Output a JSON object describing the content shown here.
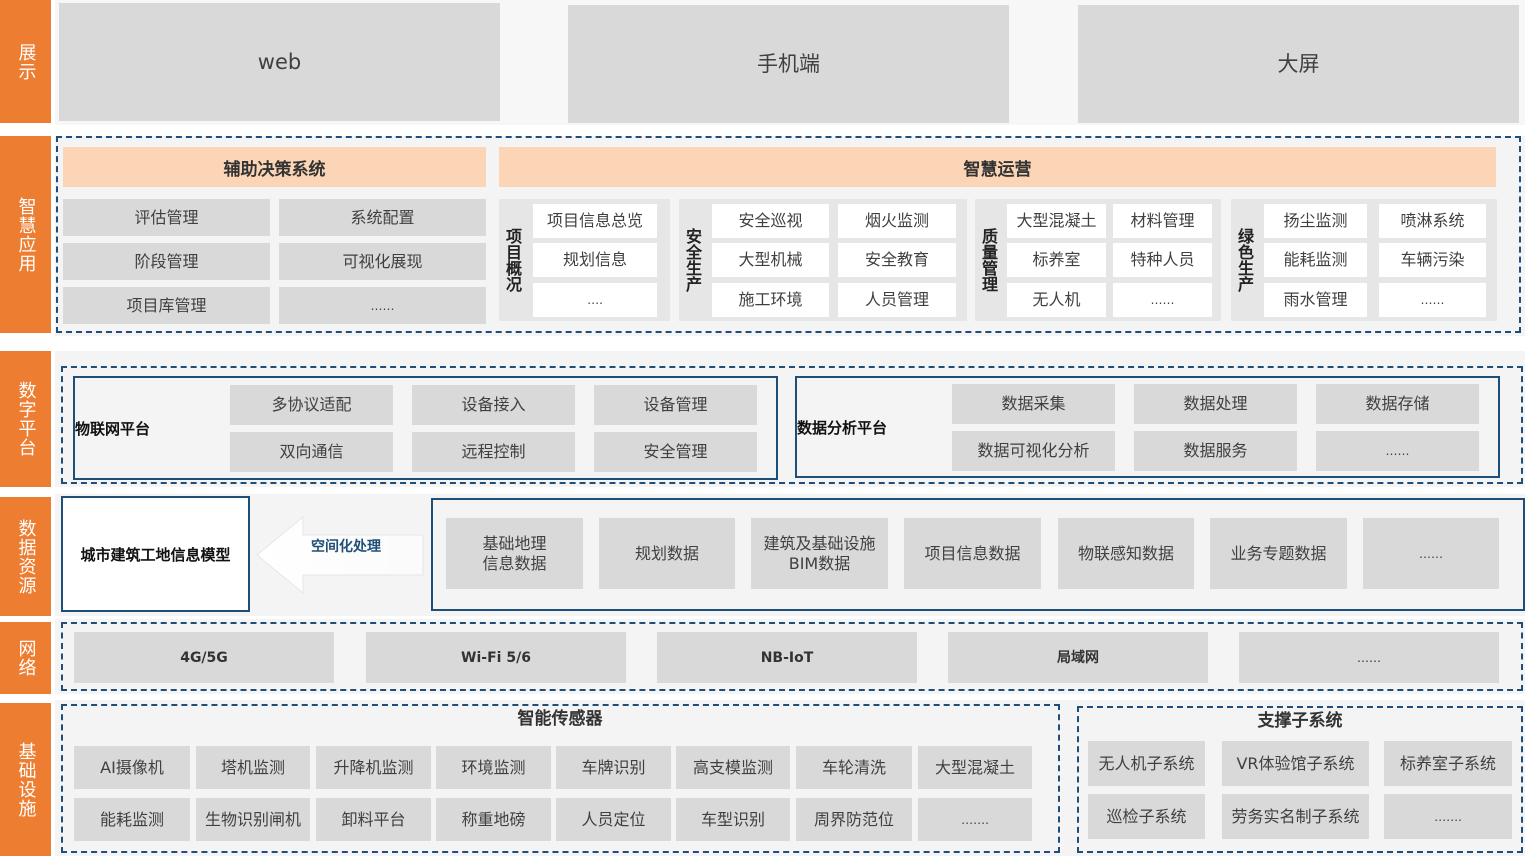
{
  "layers": {
    "display": "展示",
    "smart_app": "智慧应用",
    "digital_platform": "数字平台",
    "data_resources": "数据资源",
    "network": "网络",
    "infrastructure": "基础设施"
  },
  "display": {
    "items": [
      "web",
      "手机端",
      "大屏"
    ]
  },
  "smart_app": {
    "decision": {
      "title": "辅助决策系统",
      "items": [
        "评估管理",
        "系统配置",
        "阶段管理",
        "可视化展现",
        "项目库管理",
        "……"
      ]
    },
    "operations": {
      "title": "智慧运营",
      "groups": [
        {
          "label": "项目概况",
          "items": [
            "项目信息总览",
            "规划信息",
            "…."
          ]
        },
        {
          "label": "安全生产",
          "items": [
            "安全巡视",
            "烟火监测",
            "大型机械",
            "安全教育",
            "施工环境",
            "人员管理"
          ]
        },
        {
          "label": "质量管理",
          "items": [
            "大型混凝土",
            "材料管理",
            "标养室",
            "特种人员",
            "无人机",
            "……"
          ]
        },
        {
          "label": "绿色生产",
          "items": [
            "扬尘监测",
            "喷淋系统",
            "能耗监测",
            "车辆污染",
            "雨水管理",
            "……"
          ]
        }
      ]
    }
  },
  "digital_platform": {
    "iot": {
      "title": "物联网平台",
      "items": [
        "多协议适配",
        "设备接入",
        "设备管理",
        "双向通信",
        "远程控制",
        "安全管理"
      ]
    },
    "analytics": {
      "title": "数据分析平台",
      "items": [
        "数据采集",
        "数据处理",
        "数据存储",
        "数据可视化分析",
        "数据服务",
        "……"
      ]
    }
  },
  "data_resources": {
    "model": "城市建筑工地信息模型",
    "arrow_label": "空间化处理",
    "items": [
      "基础地理\n信息数据",
      "规划数据",
      "建筑及基础设施\nBIM数据",
      "项目信息数据",
      "物联感知数据",
      "业务专题数据",
      "……"
    ]
  },
  "network": {
    "items": [
      "4G/5G",
      "Wi-Fi 5/6",
      "NB-IoT",
      "局域网",
      "……"
    ]
  },
  "infrastructure": {
    "sensors": {
      "title": "智能传感器",
      "items": [
        "AI摄像机",
        "塔机监测",
        "升降机监测",
        "环境监测",
        "车牌识别",
        "高支模监测",
        "车轮清洗",
        "大型混凝土",
        "能耗监测",
        "生物识别闸机",
        "卸料平台",
        "称重地磅",
        "人员定位",
        "车型识别",
        "周界防范位",
        "……."
      ]
    },
    "support": {
      "title": "支撑子系统",
      "items": [
        "无人机子系统",
        "VR体验馆子系统",
        "标养室子系统",
        "巡检子系统",
        "劳务实名制子系统",
        "……."
      ]
    }
  },
  "colors": {
    "side_bar": "#ed7d31",
    "header_fill": "#fbd5b5",
    "border": "#1f4e79",
    "cell_fill": "#d9d9d9"
  }
}
